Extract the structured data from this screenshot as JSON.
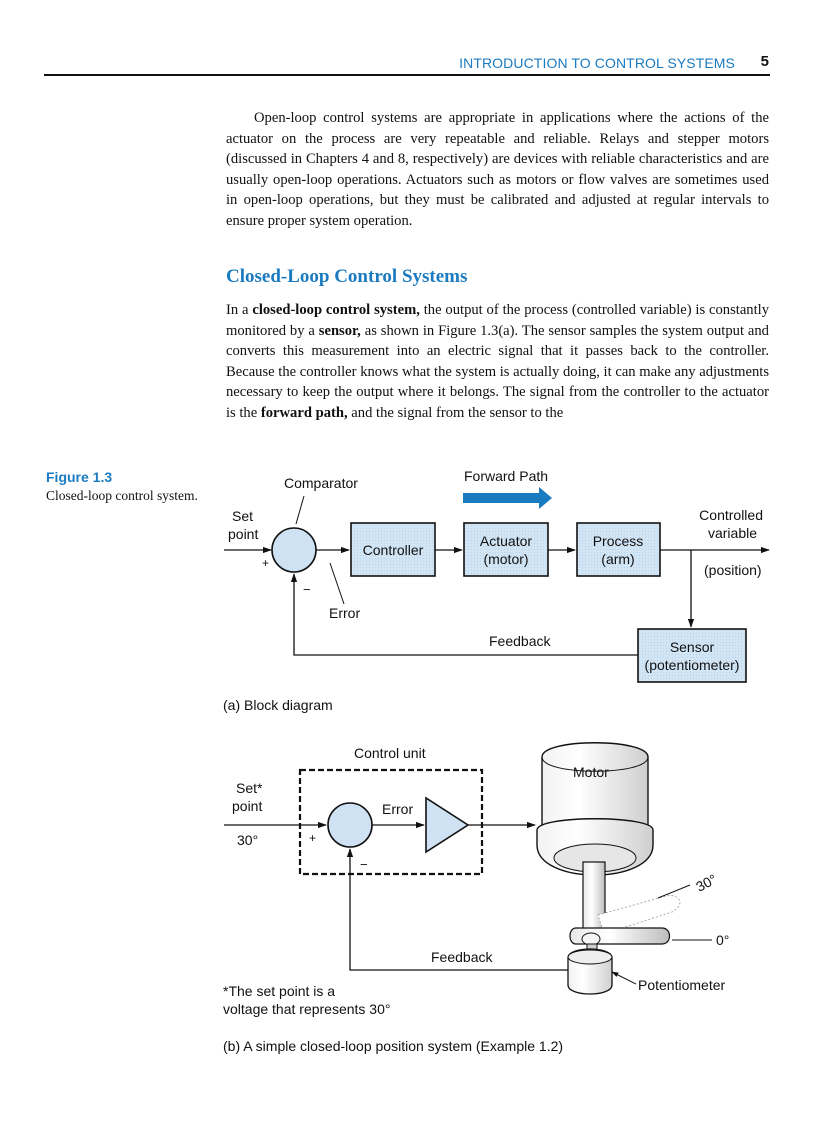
{
  "header": {
    "title": "INTRODUCTION TO CONTROL SYSTEMS",
    "page_number": "5"
  },
  "paragraph1": "Open-loop control systems are appropriate in applications where the actions of the actuator on the process are very repeatable and reliable. Relays and stepper motors (discussed in Chapters 4 and 8, respectively) are devices with reliable characteristics and are usually open-loop operations. Actuators such as motors or flow valves are sometimes used in open-loop operations, but they must be calibrated and adjusted at regular intervals to ensure proper system operation.",
  "section_heading": "Closed-Loop Control Systems",
  "paragraph2": {
    "t1": "In a ",
    "b1": "closed-loop control system,",
    "t2": " the output of the process (controlled variable) is constantly monitored by a ",
    "b2": "sensor,",
    "t3": " as shown in Figure 1.3(a). The sensor samples the system output and converts this measurement into an electric signal that it passes back to the controller. Because the controller knows what the system is actually doing, it can make any adjustments necessary to keep the output where it belongs. The signal from the controller to the actuator is the ",
    "b3": "forward path,",
    "t4": " and the signal from the sensor to the"
  },
  "figure": {
    "label": "Figure 1.3",
    "caption": "Closed-loop control system."
  },
  "diagram_a": {
    "comparator": "Comparator",
    "forward_path": "Forward Path",
    "set": "Set",
    "point": "point",
    "plus": "+",
    "minus": "−",
    "controller": "Controller",
    "actuator": "Actuator",
    "actuator_sub": "(motor)",
    "process": "Process",
    "process_sub": "(arm)",
    "controlled": "Controlled",
    "variable": "variable",
    "position": "(position)",
    "error": "Error",
    "feedback": "Feedback",
    "sensor": "Sensor",
    "sensor_sub": "(potentiometer)",
    "caption": "(a)  Block diagram"
  },
  "diagram_b": {
    "control_unit": "Control unit",
    "motor": "Motor",
    "set": "Set*",
    "point": "point",
    "set_value": "30°",
    "error": "Error",
    "plus": "+",
    "minus": "−",
    "angle_30": "30°",
    "angle_0": "0°",
    "feedback": "Feedback",
    "potentiometer": "Potentiometer",
    "note_line1": "*The set point is a",
    "note_line2": "voltage that represents 30°",
    "caption": "(b)  A simple closed-loop position system (Example 1.2)"
  },
  "colors": {
    "accent_blue": "#1b7bc0",
    "block_fill": "#cfe2f3"
  }
}
